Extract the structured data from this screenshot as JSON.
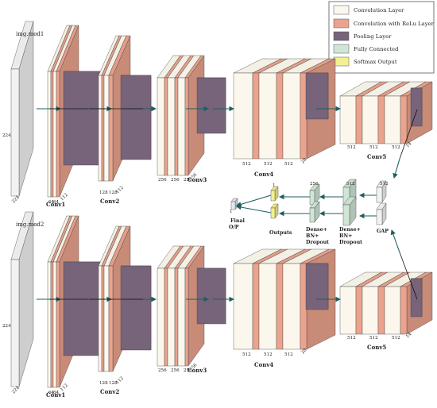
{
  "legend": {
    "items": [
      {
        "label": "Convolution Layer",
        "color": "#fbf7ec"
      },
      {
        "label": "Convolution with ReLu Layer",
        "color": "#eba38d"
      },
      {
        "label": "Pooling Layer",
        "color": "#77637a"
      },
      {
        "label": "Fully Connected",
        "color": "#cfe5d6"
      },
      {
        "label": "Softmax Output",
        "color": "#f5f08f"
      }
    ]
  },
  "colors": {
    "conv": "#fbf7ec",
    "relu": "#eba38d",
    "pool": "#77637a",
    "fc": "#cfe5d6",
    "softmax": "#f5f08f",
    "input": "#f2f2f2",
    "arrow": "#1e5f5f"
  },
  "branch1": {
    "input_label": "img.mod1",
    "input_height": "224",
    "input_width": "224",
    "conv1": {
      "label": "Conv1",
      "channels": [
        "64",
        "64"
      ],
      "size": "112"
    },
    "conv2": {
      "label": "Conv2",
      "channels": [
        "128",
        "128"
      ],
      "size": "112"
    },
    "conv3": {
      "label": "Conv3",
      "channels": [
        "256",
        "256",
        "256"
      ],
      "size": "56"
    },
    "conv4": {
      "label": "Conv4",
      "channels": [
        "512",
        "512",
        "512"
      ],
      "size": "28"
    },
    "conv5": {
      "label": "Conv5",
      "channels": [
        "512",
        "512",
        "512"
      ],
      "size": "14"
    }
  },
  "branch2": {
    "input_label": "img.mod2",
    "input_height": "224",
    "input_width": "224",
    "conv1": {
      "label": "Conv1",
      "channels": [
        "64",
        "64"
      ],
      "size": "112"
    },
    "conv2": {
      "label": "Conv2",
      "channels": [
        "128",
        "128"
      ],
      "size": "112"
    },
    "conv3": {
      "label": "Conv3",
      "channels": [
        "256",
        "256",
        "256"
      ],
      "size": "56"
    },
    "conv4": {
      "label": "Conv4",
      "channels": [
        "512",
        "512",
        "512"
      ],
      "size": "28"
    },
    "conv5": {
      "label": "Conv5",
      "channels": [
        "512",
        "512",
        "512"
      ],
      "size": "14"
    }
  },
  "head": {
    "gap_label": "GAP",
    "gap_size": "512",
    "dense1_label": "Dense+\nBN+\nDropout",
    "dense1_size": "512",
    "dense2_label": "Dense+\nBN+\nDropout",
    "dense2_size": "256",
    "outputs_label": "Outputs",
    "outputs_size": "1",
    "final_label": "Final\nO/P",
    "final_size": "1"
  }
}
